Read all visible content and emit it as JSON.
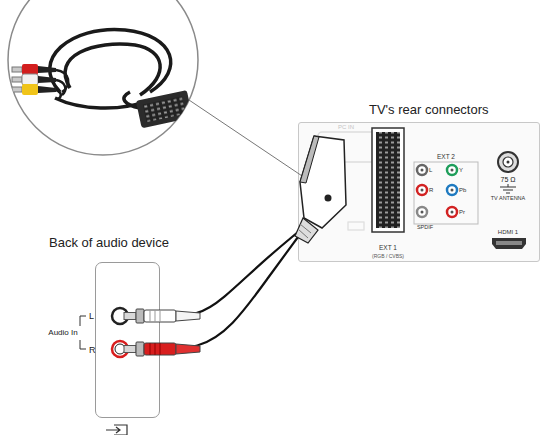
{
  "diagram": {
    "nodes": [
      {
        "text": [
          "TV's rear connectors"
        ]
      },
      {
        "text": [
          "Back of audio device"
        ]
      }
    ],
    "edges": [
      {
        "from": 0,
        "to": 1,
        "arrow": "none"
      },
      {
        "from": 0,
        "to": 1,
        "arrow": "none"
      }
    ],
    "labels": [
      "PC IN",
      "EXT 2",
      "L",
      "R",
      "Y",
      "Pb",
      "Pr",
      "SPDIF",
      "75 Ω",
      "TV ANTENNA",
      "HDMI 1",
      "EXT 1",
      "(RGB / CVBS)",
      "L",
      "Audio In",
      "R"
    ]
  }
}
